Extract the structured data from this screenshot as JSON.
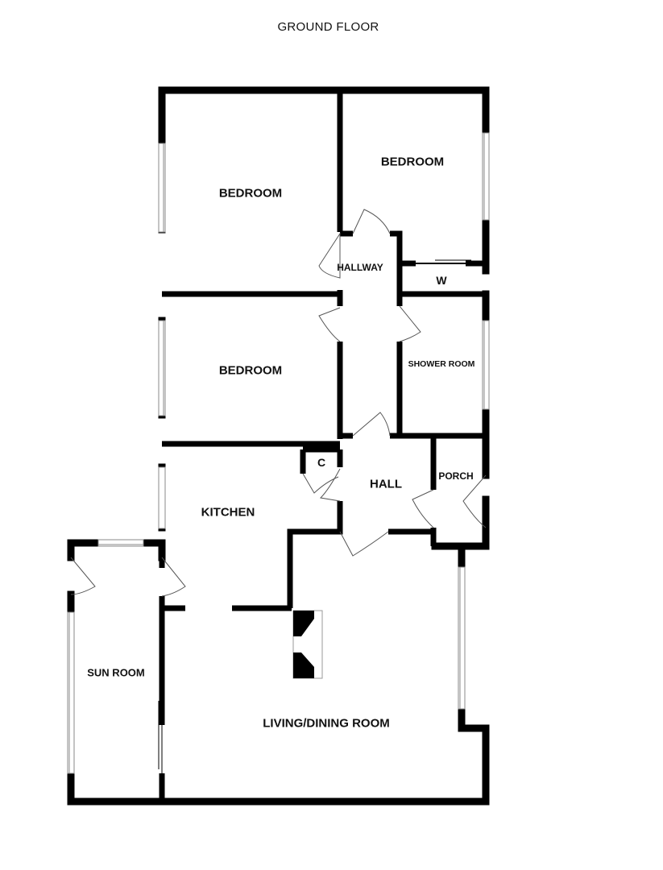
{
  "floor_title": "GROUND FLOOR",
  "rooms": {
    "bedroom_1": "BEDROOM",
    "bedroom_2": "BEDROOM",
    "bedroom_3": "BEDROOM",
    "hallway": "HALLWAY",
    "wardrobe": "W",
    "shower_room": "SHOWER ROOM",
    "cupboard": "C",
    "hall": "HALL",
    "porch": "PORCH",
    "kitchen": "KITCHEN",
    "sun_room": "SUN ROOM",
    "living_dining": "LIVING/DINING ROOM"
  },
  "colors": {
    "wall": "#000000",
    "window": "#888888",
    "background": "#ffffff"
  }
}
